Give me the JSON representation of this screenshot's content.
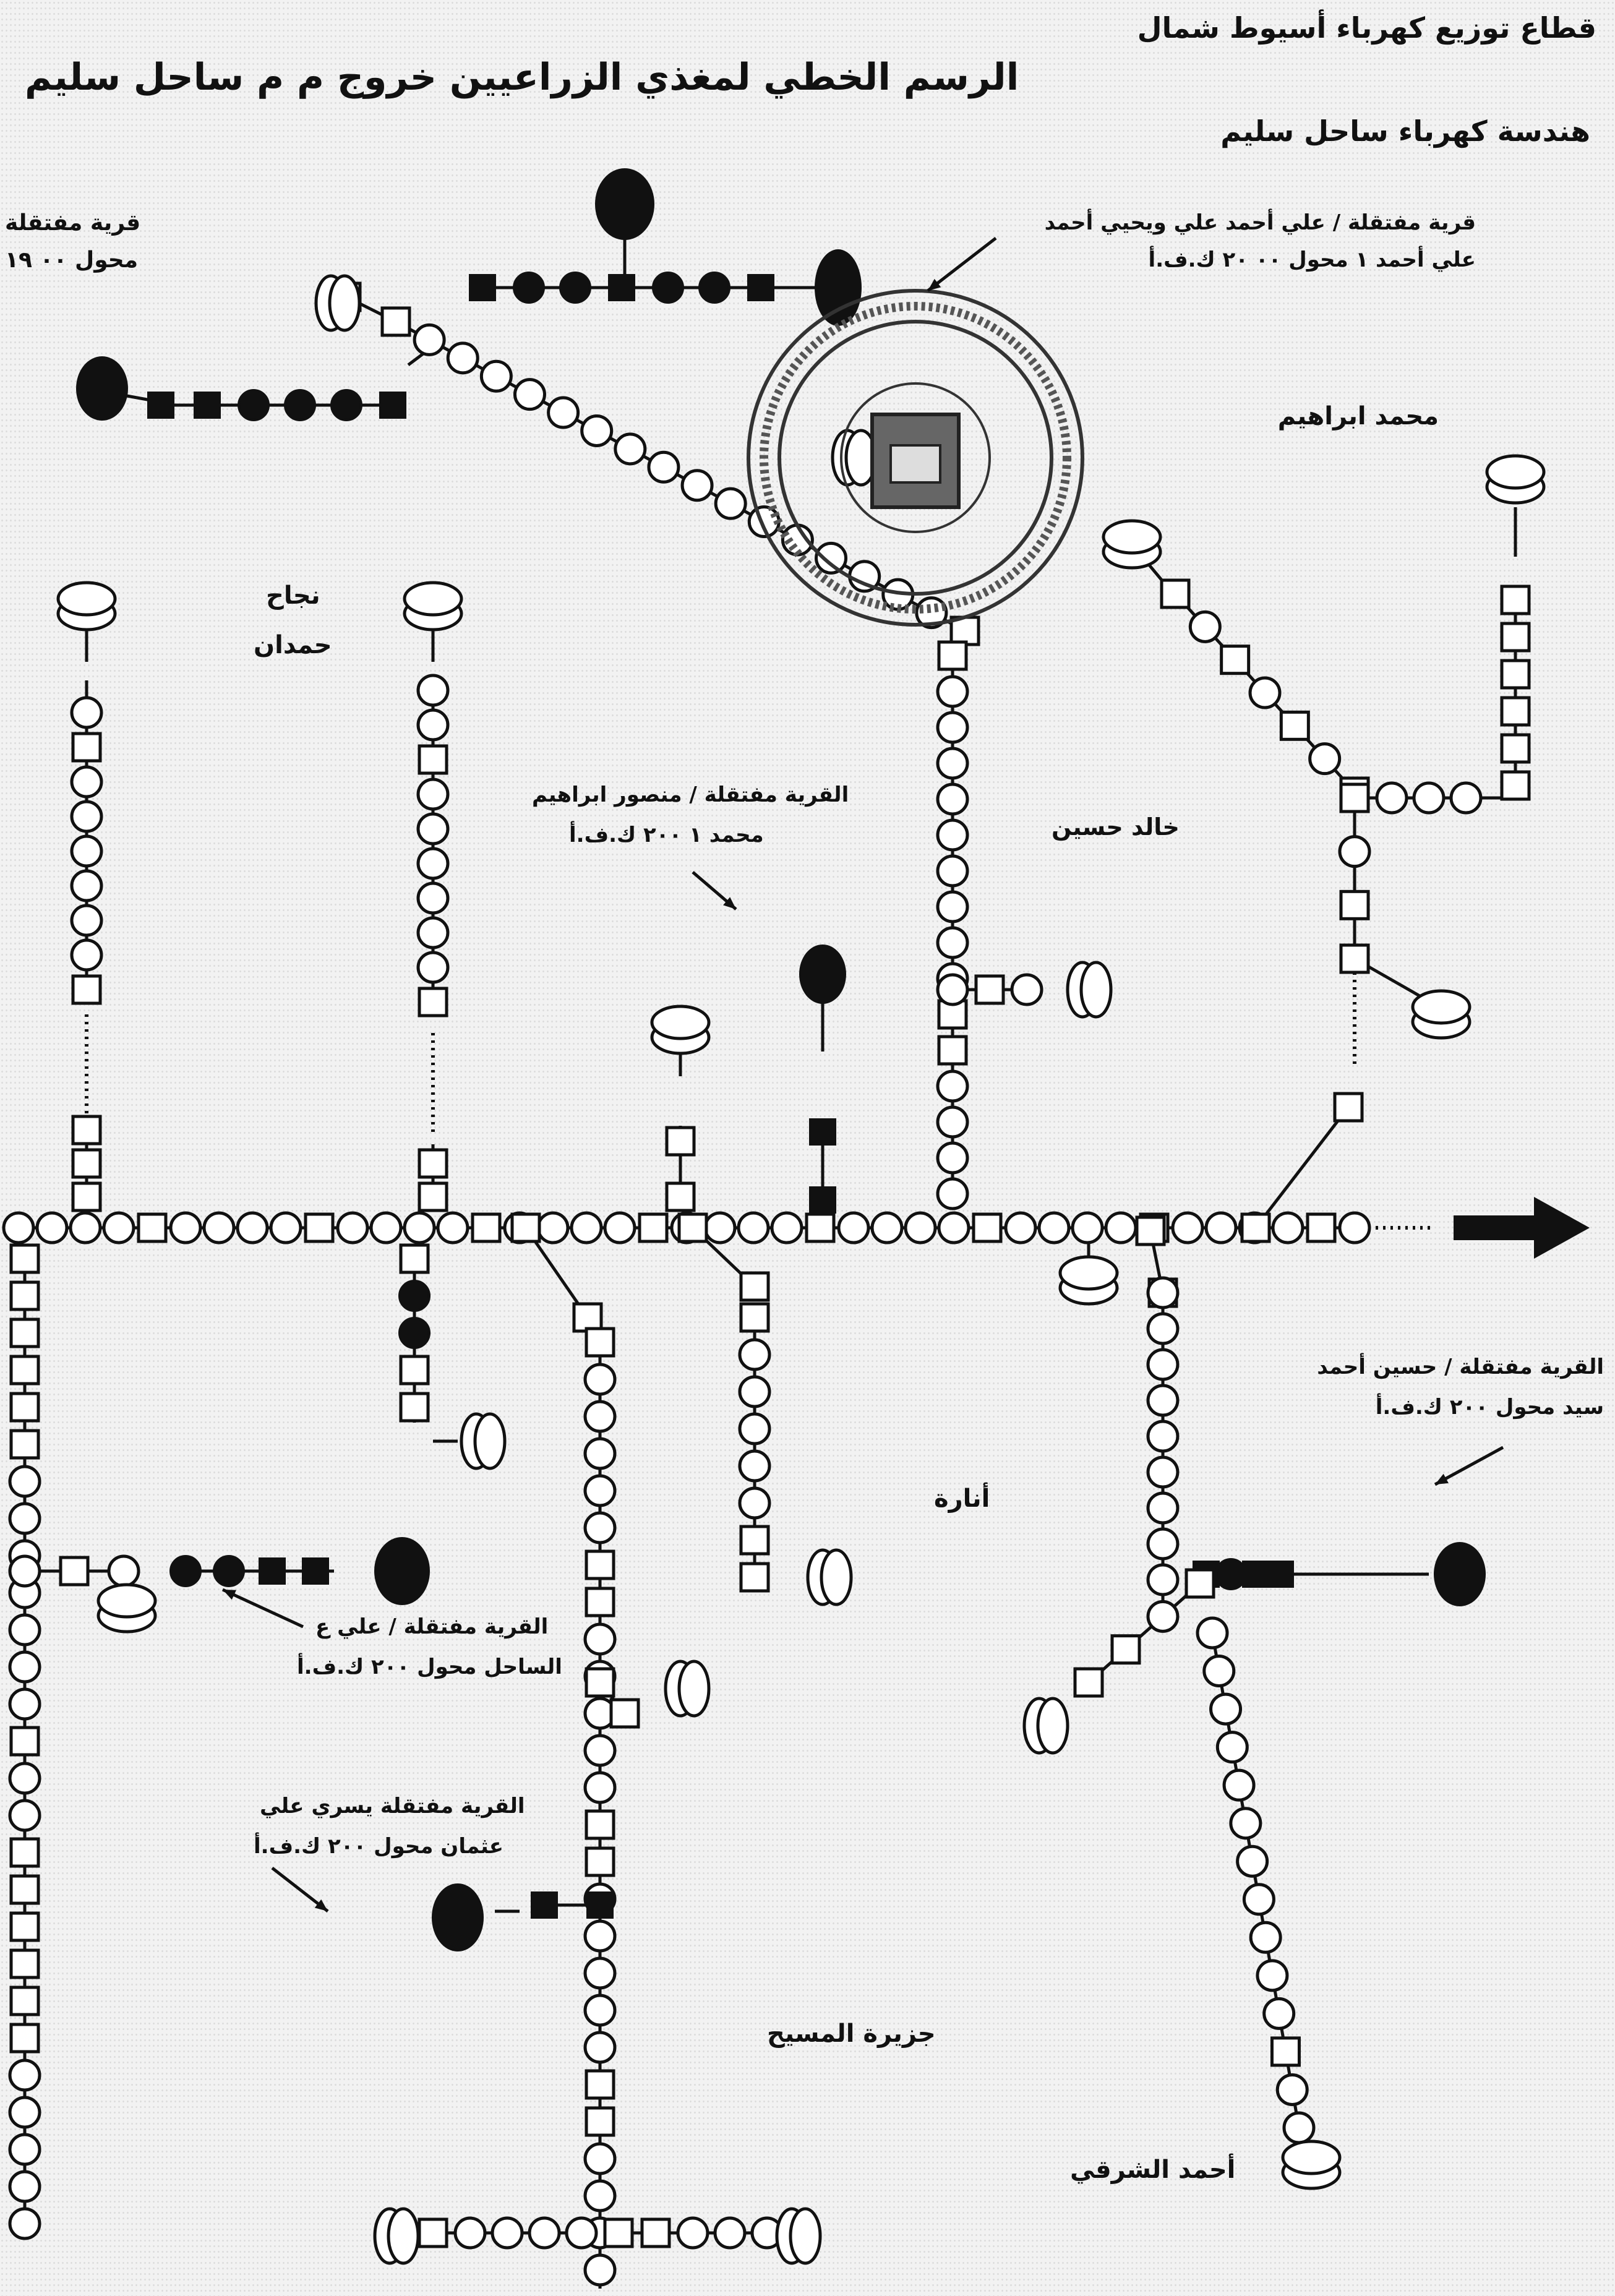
{
  "header": {
    "sector": "قطاع توزيع كهرباء أسيوط شمال",
    "department": "هندسة كهرباء ساحل سليم",
    "title": "الرسم الخطي لمغذي الزراعيين خروج م م ساحل سليم"
  },
  "labels": {
    "village_top_left_1": "قرية مفتقلة",
    "village_top_left_2": "محول ٠٠ ١٩",
    "village_top_right_1": "قرية مفتقلة / علي أحمد علي ويحيي أحمد",
    "village_top_right_2": "علي أحمد ١ محول ٠٠ ٢٠ ك.ف.أ",
    "mohamed_ibrahim": "محمد ابراهيم",
    "nagah_1": "نجاح",
    "nagah_2": "حمدان",
    "village_center_1": "القرية مفتقلة / منصور ابراهيم",
    "village_center_2": "محمد ١ ٢٠٠ ك.ف.أ",
    "khaled": "خالد حسين",
    "village_right_1": "القرية مفتقلة / حسين أحمد",
    "village_right_2": "سيد محول ٢٠٠ ك.ف.أ",
    "anara": "أنارة",
    "village_left_1": "القرية مفتقلة / علي ع",
    "village_left_2": "الساحل محول ٢٠٠ ك.ف.أ",
    "village_bottom_1": "القرية مفتقلة يسري علي",
    "village_bottom_2": "عثمان محول ٢٠٠ ك.ف.أ",
    "gezira": "جزيرة المسيح",
    "ahmed": "أحمد الشرقي"
  },
  "legend_symbols": [
    "open-circle-pole",
    "open-square-pole",
    "filled-circle-pole",
    "filled-square-pole",
    "transformer-symbol",
    "feeder-arrow"
  ]
}
